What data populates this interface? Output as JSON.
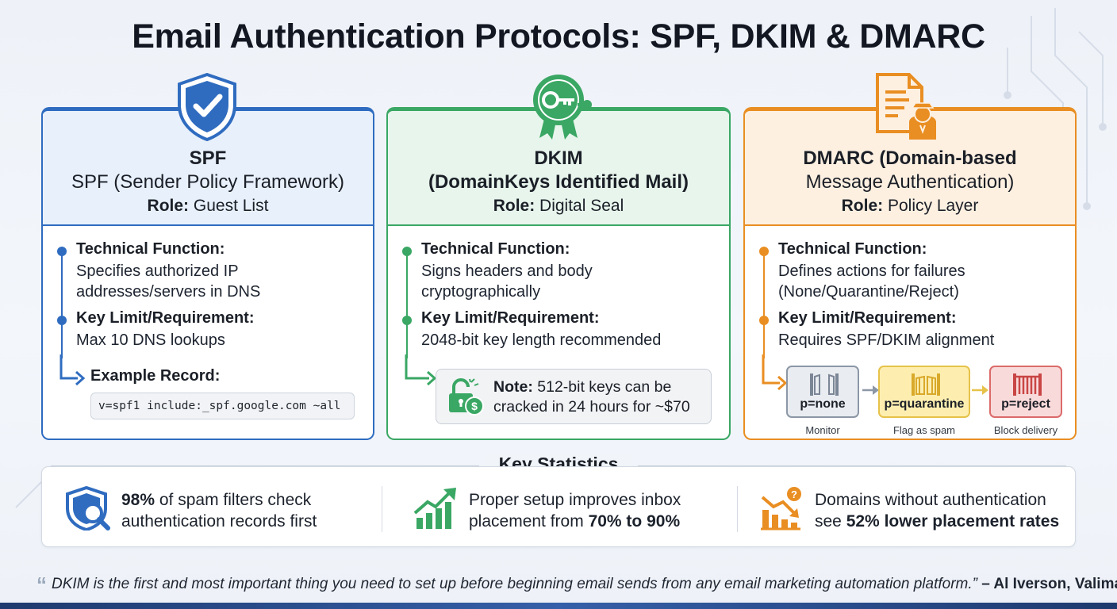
{
  "title": "Email Authentication Protocols: SPF, DKIM & DMARC",
  "colors": {
    "spf": "#2f6cc0",
    "dkim": "#3aa764",
    "dmarc": "#e98e22"
  },
  "cards": {
    "spf": {
      "icon": "shield-check-icon",
      "title": "SPF",
      "subtitle": "SPF (Sender Policy Framework)",
      "role_label": "Role:",
      "role_value": "Guest List",
      "function_label": "Technical Function:",
      "function_text_1": "Specifies authorized IP",
      "function_text_2": "addresses/servers in DNS",
      "limit_label": "Key Limit/Requirement:",
      "limit_text": "Max 10 DNS lookups",
      "example_label": "Example Record:",
      "example_record": "v=spf1 include:_spf.google.com ~all"
    },
    "dkim": {
      "icon": "key-seal-icon",
      "title": "DKIM",
      "subtitle": "(DomainKeys Identified Mail)",
      "role_label": "Role:",
      "role_value": "Digital Seal",
      "function_label": "Technical Function:",
      "function_text_1": "Signs headers and body",
      "function_text_2": "cryptographically",
      "limit_label": "Key Limit/Requirement:",
      "limit_text": "2048-bit key length recommended",
      "note_label": "Note:",
      "note_text_1": "512-bit keys can be",
      "note_text_2": "cracked in 24 hours for ~$70"
    },
    "dmarc": {
      "icon": "document-officer-icon",
      "title": "DMARC (Domain-based",
      "subtitle": "Message Authentication)",
      "role_label": "Role:",
      "role_value": "Policy Layer",
      "function_label": "Technical Function:",
      "function_text_1": "Defines actions for failures",
      "function_text_2": "(None/Quarantine/Reject)",
      "limit_label": "Key Limit/Requirement:",
      "limit_text": "Requires SPF/DKIM alignment",
      "policies": [
        {
          "name": "p=none",
          "caption": "Monitor",
          "icon": "open-gate-icon"
        },
        {
          "name": "p=quarantine",
          "caption": "Flag as spam",
          "icon": "half-gate-icon"
        },
        {
          "name": "p=reject",
          "caption": "Block delivery",
          "icon": "closed-gate-icon"
        }
      ]
    }
  },
  "stats": {
    "title": "Key Statistics",
    "items": [
      {
        "icon": "shield-search-icon",
        "bold": "98%",
        "text_1": " of spam filters check",
        "text_2": "authentication records first"
      },
      {
        "icon": "growth-chart-icon",
        "text_1": "Proper setup improves inbox",
        "text_2a": "placement from ",
        "bold": "70% to 90%"
      },
      {
        "icon": "decline-chart-icon",
        "text_1": "Domains without authentication",
        "text_2a": "see ",
        "bold": "52% lower placement rates"
      }
    ]
  },
  "quote": {
    "text": "DKIM is the first and most important thing you need to set up before beginning email sends from any email marketing automation platform.”",
    "attribution": "– Al Iverson, Valimail"
  }
}
